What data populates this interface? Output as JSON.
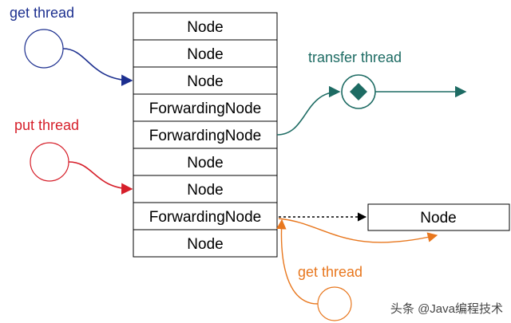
{
  "labels": {
    "get_thread_top": "get thread",
    "put_thread": "put thread",
    "transfer_thread": "transfer thread",
    "get_thread_bottom": "get thread",
    "watermark": "头条 @Java编程技术"
  },
  "table": {
    "cells": [
      "Node",
      "Node",
      "Node",
      "ForwardingNode",
      "ForwardingNode",
      "Node",
      "Node",
      "ForwardingNode",
      "Node"
    ]
  },
  "next_table": {
    "label": "Node"
  },
  "colors": {
    "get_thread": "#1c2f8f",
    "put_thread": "#d61f2a",
    "transfer_thread": "#1d6b63",
    "get_thread_bottom": "#e8771e",
    "grid": "#000000"
  },
  "icons": {
    "transfer_thread_icon": "diamond-in-circle-icon"
  }
}
